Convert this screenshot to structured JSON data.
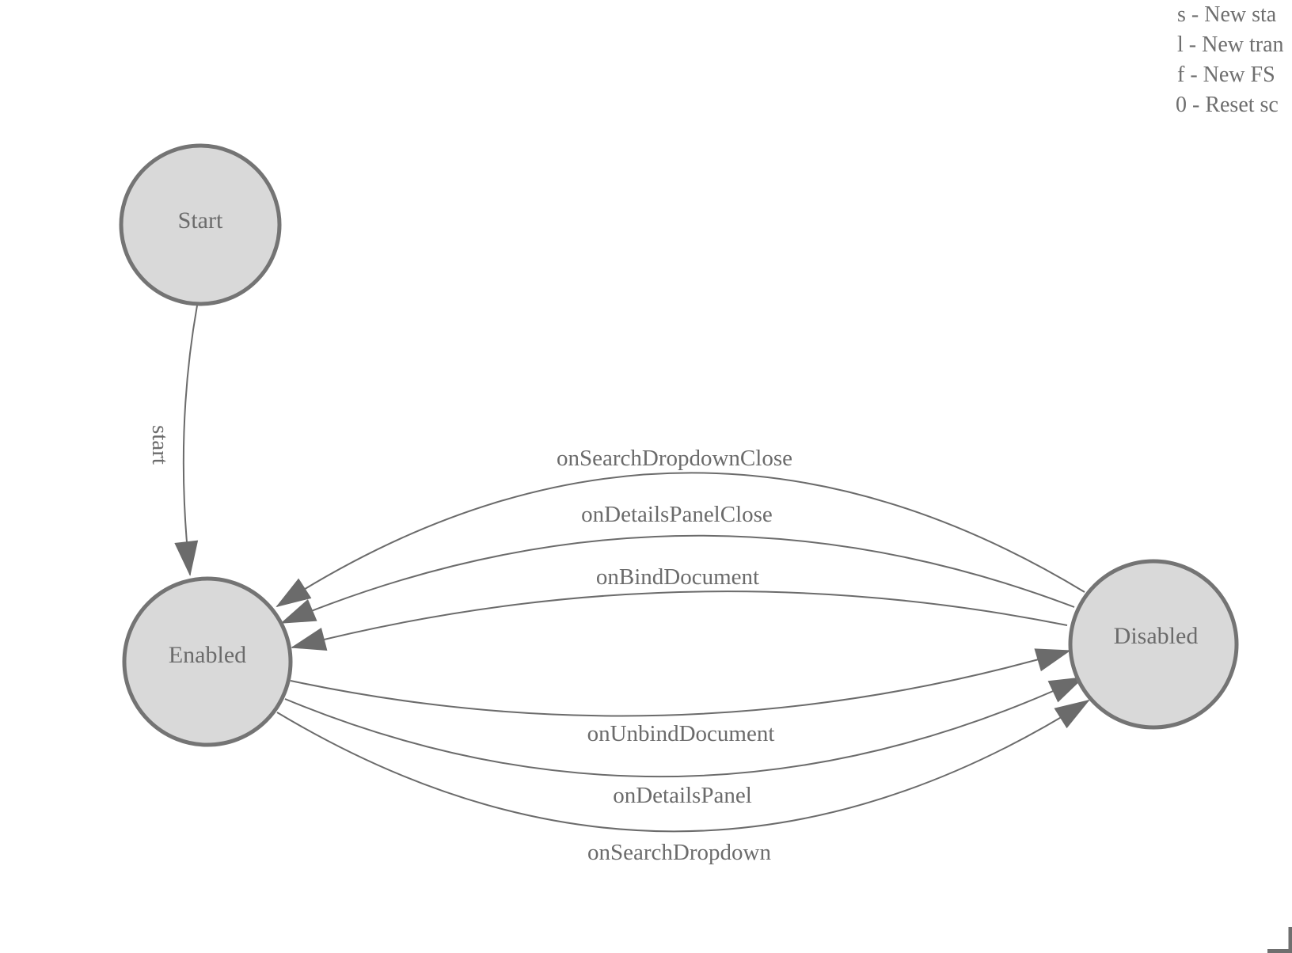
{
  "diagram": {
    "type": "finite-state-machine",
    "nodes": {
      "start": {
        "label": "Start"
      },
      "enabled": {
        "label": "Enabled"
      },
      "disabled": {
        "label": "Disabled"
      }
    },
    "edges": {
      "start": {
        "label": "start",
        "from": "Start",
        "to": "Enabled"
      },
      "onSearchDropdownClose": {
        "label": "onSearchDropdownClose",
        "from": "Disabled",
        "to": "Enabled"
      },
      "onDetailsPanelClose": {
        "label": "onDetailsPanelClose",
        "from": "Disabled",
        "to": "Enabled"
      },
      "onBindDocument": {
        "label": "onBindDocument",
        "from": "Disabled",
        "to": "Enabled"
      },
      "onUnbindDocument": {
        "label": "onUnbindDocument",
        "from": "Enabled",
        "to": "Disabled"
      },
      "onDetailsPanel": {
        "label": "onDetailsPanel",
        "from": "Enabled",
        "to": "Disabled"
      },
      "onSearchDropdown": {
        "label": "onSearchDropdown",
        "from": "Enabled",
        "to": "Disabled"
      }
    }
  },
  "legend": {
    "lines": [
      "s - New sta",
      "l - New tran",
      "f - New FS",
      "0 - Reset sc"
    ]
  },
  "colors": {
    "background": "#ffffff",
    "node_fill": "#d9d9d9",
    "node_stroke": "#747474",
    "edge_stroke": "#6b6b6b",
    "arrowhead_fill": "#6b6b6b",
    "label_text": "#6b6b6b",
    "legend_text": "#6e6e6e"
  }
}
